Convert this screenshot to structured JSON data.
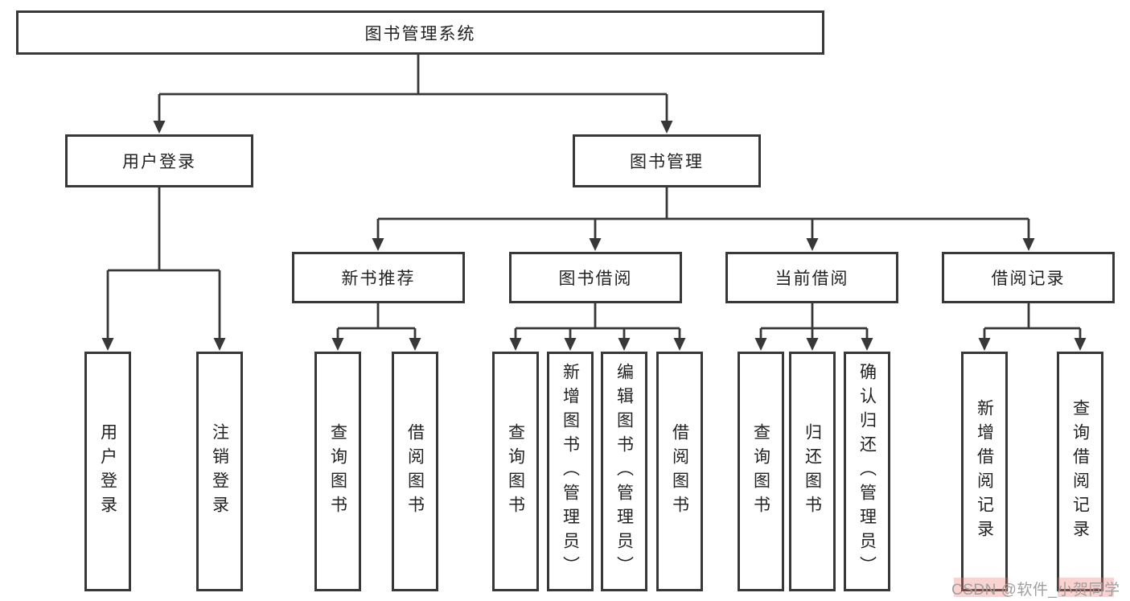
{
  "diagram_title": "图书管理系统",
  "tree": {
    "root": "图书管理系统",
    "branches": [
      {
        "label": "用户登录",
        "children": [
          {
            "label": "用户登录"
          },
          {
            "label": "注销登录"
          }
        ]
      },
      {
        "label": "图书管理",
        "children": [
          {
            "label": "新书推荐",
            "children": [
              {
                "label": "查询图书"
              },
              {
                "label": "借阅图书"
              }
            ]
          },
          {
            "label": "图书借阅",
            "children": [
              {
                "label": "查询图书"
              },
              {
                "label": "新增图书（管理员）"
              },
              {
                "label": "编辑图书（管理员）"
              },
              {
                "label": "借阅图书"
              }
            ]
          },
          {
            "label": "当前借阅",
            "children": [
              {
                "label": "查询图书"
              },
              {
                "label": "归还图书"
              },
              {
                "label": "确认归还（管理员）"
              }
            ]
          },
          {
            "label": "借阅记录",
            "children": [
              {
                "label": "新增借阅记录"
              },
              {
                "label": "查询借阅记录"
              }
            ]
          }
        ]
      }
    ]
  },
  "watermark": {
    "text": "CSDN @软件_小贺同学"
  },
  "colors": {
    "line": "#383838",
    "box_border": "#383838",
    "text": "#222222",
    "background": "#ffffff",
    "watermark_text": "#9f9f9f",
    "watermark_highlight": "#ee766e"
  }
}
